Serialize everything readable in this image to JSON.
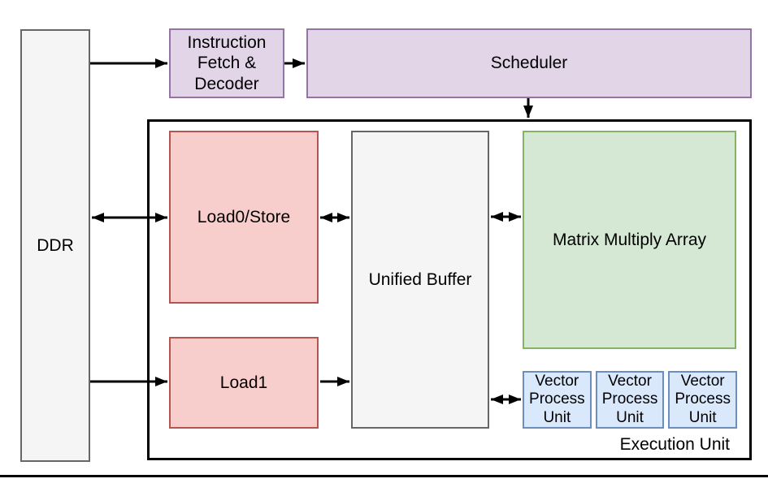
{
  "palette": {
    "purple_fill": "#e1d5e7",
    "purple_border": "#9673a6",
    "red_fill": "#f8cecc",
    "red_border": "#b85450",
    "green_fill": "#d5e8d4",
    "green_border": "#82b366",
    "blue_fill": "#dae8fc",
    "blue_border": "#6c8ebf",
    "gray_fill": "#f5f5f5",
    "gray_border": "#666666",
    "container_border": "#000000",
    "arrow_color": "#000000"
  },
  "blocks": {
    "ddr": {
      "label": "DDR"
    },
    "instruction_fetch_decoder": {
      "label": "Instruction Fetch & Decoder"
    },
    "scheduler": {
      "label": "Scheduler"
    },
    "execution_unit": {
      "label": "Execution Unit"
    },
    "load0_store": {
      "label": "Load0/Store"
    },
    "load1": {
      "label": "Load1"
    },
    "unified_buffer": {
      "label": "Unified Buffer"
    },
    "matrix_multiply_array": {
      "label": "Matrix Multiply Array"
    },
    "vector_process_unit": {
      "label": "Vector Process Unit",
      "count": 3
    }
  },
  "connections": [
    {
      "from": "DDR",
      "to": "Instruction Fetch & Decoder",
      "bidirectional": false
    },
    {
      "from": "Instruction Fetch & Decoder",
      "to": "Scheduler",
      "bidirectional": false
    },
    {
      "from": "Scheduler",
      "to": "Execution Unit",
      "bidirectional": false
    },
    {
      "from": "DDR",
      "to": "Load0/Store",
      "bidirectional": true
    },
    {
      "from": "Load0/Store",
      "to": "Unified Buffer",
      "bidirectional": true
    },
    {
      "from": "Unified Buffer",
      "to": "Matrix Multiply Array",
      "bidirectional": true
    },
    {
      "from": "DDR",
      "to": "Load1",
      "bidirectional": false
    },
    {
      "from": "Load1",
      "to": "Unified Buffer",
      "bidirectional": false
    },
    {
      "from": "Unified Buffer",
      "to": "Vector Process Unit",
      "bidirectional": true
    }
  ]
}
